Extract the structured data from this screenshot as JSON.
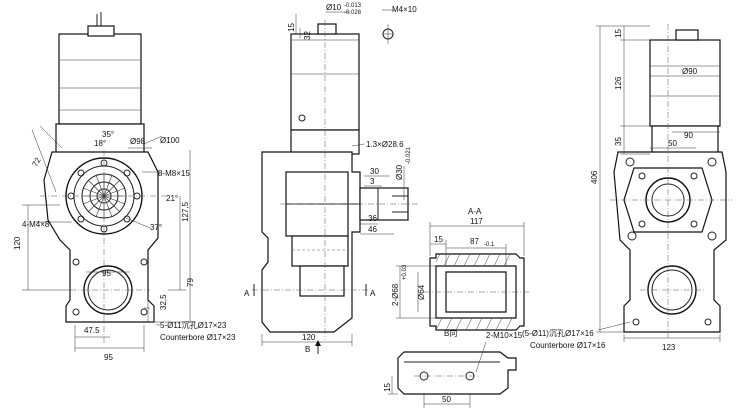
{
  "drawing": {
    "view1": {
      "dim_72": "72",
      "dim_35deg": "35°",
      "dim_18deg": "18°",
      "dim_phi98": "Ø98",
      "dim_phi100": "Ø100",
      "dim_8m8x15": "8-M8×15",
      "dim_21deg": "21°",
      "dim_127_5": "127,5",
      "dim_4m4x8": "4-M4×8",
      "dim_37deg": "37°",
      "dim_120": "120",
      "dim_95_inner": "95",
      "dim_79": "79",
      "dim_32_5": "32,5",
      "dim_47_5": "47.5",
      "dim_95_bottom": "95",
      "note_holes": "5-Ø11沉孔Ø17×23",
      "note_counterbore": "Counterbore Ø17×23"
    },
    "view2": {
      "dim_phi10": "Ø10",
      "dim_phi10_tol_up": "-0.013",
      "dim_phi10_tol_dn": "-0.028",
      "dim_m4x10": "M4×10",
      "dim_15": "15",
      "dim_32": "32",
      "dim_chamfer": "1.3×Ø28.6",
      "dim_30": "30",
      "dim_3": "3",
      "dim_phi30": "Ø30",
      "dim_phi30_tol": "-0.021",
      "dim_36": "36",
      "dim_46": "46",
      "dim_120": "120",
      "section_a_left": "A",
      "section_a_right": "A",
      "view_b": "B"
    },
    "section_aa": {
      "title": "A-A",
      "dim_117": "117",
      "dim_15": "15",
      "dim_87": "87",
      "dim_87_tol": "-0.1",
      "dim_2phi68": "2-Ø68",
      "dim_2phi68_tol": "+0.03",
      "dim_phi64": "Ø64"
    },
    "view_b": {
      "title": "B向",
      "dim_2m10x15": "2-M10×15",
      "dim_15": "15",
      "dim_50": "50"
    },
    "view3": {
      "dim_15": "15",
      "dim_phi90_top": "Ø90",
      "dim_126": "126",
      "dim_90": "90",
      "dim_35": "35",
      "dim_50": "50",
      "dim_406": "406",
      "dim_123": "123",
      "note_holes": "(5-Ø11)沉孔Ø17×16",
      "note_counterbore": "Counterbore Ø17×16"
    }
  }
}
